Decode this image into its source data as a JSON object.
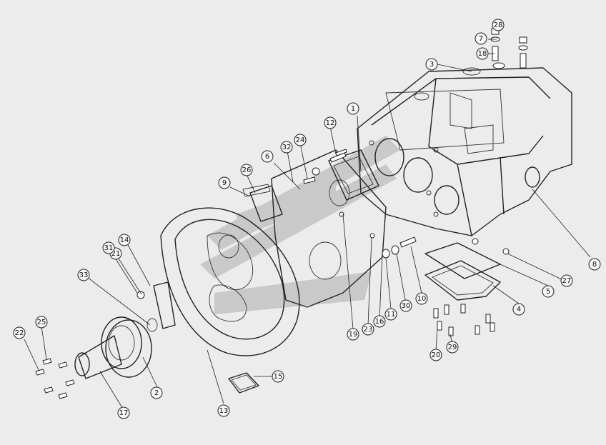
{
  "diagram": {
    "callouts": [
      "1",
      "2",
      "3",
      "4",
      "5",
      "6",
      "7",
      "8",
      "9",
      "10",
      "11",
      "12",
      "13",
      "14",
      "15",
      "16",
      "17",
      "18",
      "19",
      "20",
      "21",
      "22",
      "23",
      "24",
      "25",
      "26",
      "27",
      "28",
      "29",
      "30",
      "31",
      "32",
      "33"
    ]
  },
  "watermark": {
    "color": "#9a9a9a"
  },
  "colors": {
    "background": "#ececec",
    "line": "#222222"
  }
}
